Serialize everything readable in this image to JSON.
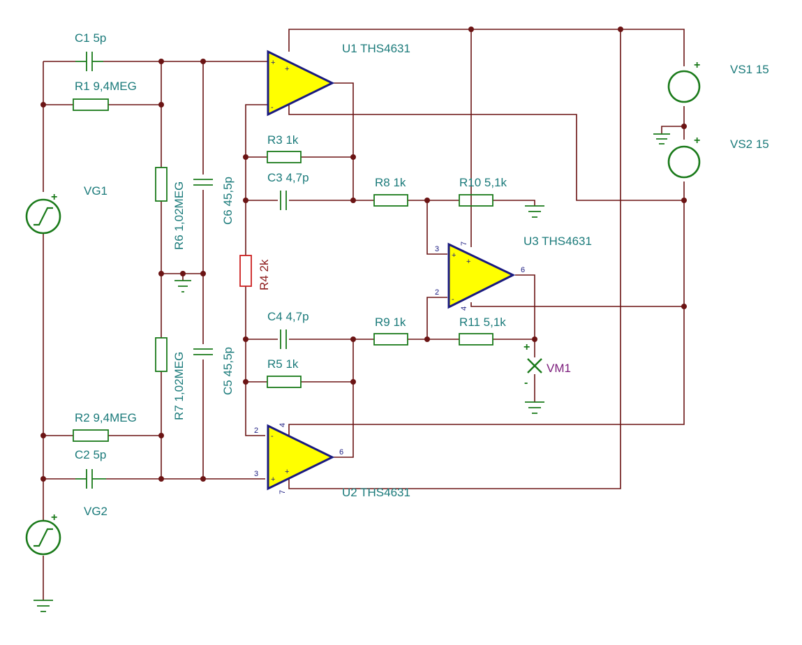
{
  "colors": {
    "wire": "#6b1414",
    "component": "#1a7a1a",
    "component_highlight": "#cc1f1f",
    "label": "#1a7a7a",
    "label_highlight": "#8b1a1a",
    "meter_label": "#7a1a7a",
    "opamp_fill": "#ffff00",
    "opamp_outline": "#1a1a80"
  },
  "components": {
    "c1": "C1 5p",
    "r1": "R1 9,4MEG",
    "r2": "R2 9,4MEG",
    "c2": "C2 5p",
    "r6": "R6 1,02MEG",
    "r7": "R7 1,02MEG",
    "c6": "C6 45,5p",
    "c5": "C5 45,5p",
    "r3": "R3 1k",
    "c3": "C3 4,7p",
    "r4": "R4 2k",
    "c4": "C4 4,7p",
    "r5": "R5 1k",
    "r8": "R8 1k",
    "r9": "R9 1k",
    "r10": "R10 5,1k",
    "r11": "R11 5,1k",
    "u1": "U1 THS4631",
    "u2": "U2 THS4631",
    "u3": "U3 THS4631",
    "vs1": "VS1 15",
    "vs2": "VS2 15",
    "vg1": "VG1",
    "vg2": "VG2",
    "vm1": "VM1"
  },
  "pins": {
    "u2_inv": "2",
    "u2_noninv": "3",
    "u2_out": "6",
    "u2_v_neg": "4",
    "u2_v_pos": "7",
    "u3_noninv": "3",
    "u3_inv": "2",
    "u3_out": "6",
    "u3_v_pos": "7",
    "u3_v_neg": "4"
  },
  "symbols": {
    "plus": "+",
    "minus": "-"
  },
  "icons": {
    "vg1": "step-voltage-generator-icon",
    "vg2": "step-voltage-generator-icon",
    "vs1": "dc-voltage-source-icon",
    "vs2": "dc-voltage-source-icon",
    "vm1": "voltmeter-icon",
    "ground": "ground-icon"
  }
}
